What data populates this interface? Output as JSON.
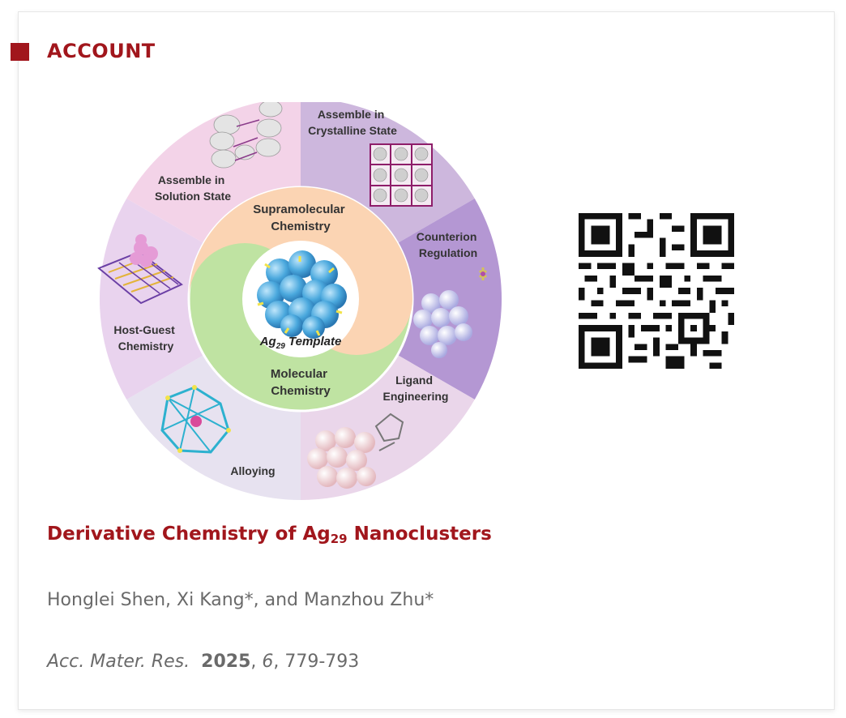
{
  "section": {
    "label": "ACCOUNT",
    "accent_color": "#a1161c"
  },
  "figure": {
    "center_label_main": "Ag",
    "center_label_sub": "29",
    "center_label_rest": " Template",
    "upper_half": [
      "Supramolecular",
      "Chemistry"
    ],
    "lower_half": [
      "Molecular",
      "Chemistry"
    ],
    "segments": {
      "crystalline": [
        "Assemble in",
        "Crystalline State"
      ],
      "counterion": [
        "Counterion",
        "Regulation"
      ],
      "ligand": [
        "Ligand",
        "Engineering"
      ],
      "alloying": [
        "Alloying"
      ],
      "hostguest": [
        "Host-Guest",
        "Chemistry"
      ],
      "solution": [
        "Assemble in",
        "Solution State"
      ]
    }
  },
  "article": {
    "title_prefix": "Derivative Chemistry of Ag",
    "title_subscript": "29",
    "title_suffix": " Nanoclusters",
    "authors": "Honglei Shen, Xi Kang*, and Manzhou Zhu*",
    "journal": "Acc. Mater. Res.",
    "year": "2025",
    "volume": "6",
    "pages": ", 779-793"
  }
}
